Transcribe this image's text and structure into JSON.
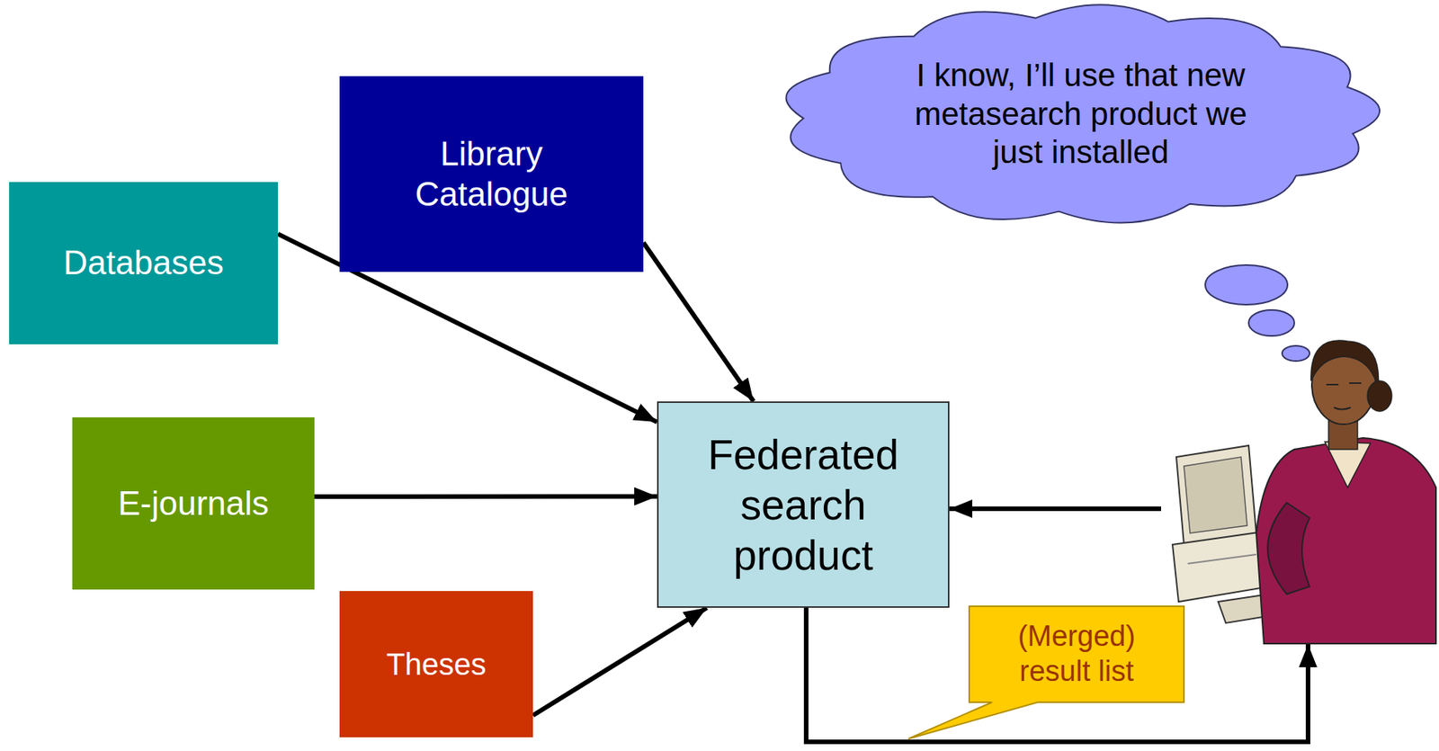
{
  "diagram": {
    "nodes": [
      {
        "text": [
          "Library Catalogue"
        ]
      },
      {
        "text": [
          "Databases"
        ]
      },
      {
        "text": [
          "E-journals"
        ]
      },
      {
        "text": [
          "Federated search product"
        ]
      },
      {
        "text": [
          "Theses"
        ]
      },
      {
        "text": [
          "I know, I’ll use that new metasearch product we just installed"
        ]
      },
      {
        "text": [
          "(Merged) result list"
        ]
      }
    ],
    "edges": [
      {
        "from": 1,
        "to": 3,
        "arrow": "to"
      },
      {
        "from": 0,
        "to": 3,
        "arrow": "to"
      },
      {
        "from": 2,
        "to": 3,
        "arrow": "to"
      },
      {
        "from": 4,
        "to": 3,
        "arrow": "to"
      }
    ]
  }
}
